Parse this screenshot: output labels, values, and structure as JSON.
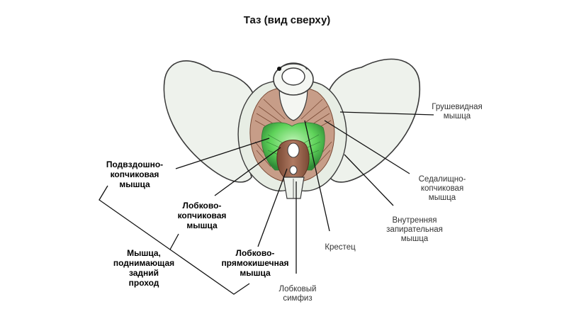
{
  "title": "Таз (вид сверху)",
  "labels": {
    "piriformis": "Грушевидная\nмышца",
    "coccygeus": "Седалищно-\nкопчиковая\nмышца",
    "obturator_internus": "Внутренняя\nзапирательная\nмышца",
    "sacrum": "Крестец",
    "pubic_symphysis": "Лобковый\nсимфиз",
    "iliococcygeus": "Подвздошно-\nкопчиковая\nмышца",
    "pubococcygeus": "Лобково-\nкопчиковая\nмышца",
    "puborectalis": "Лобково-\nпрямокишечная\nмышца",
    "levator_ani": "Мышца,\nподнимающая\nзадний\nпроход"
  },
  "colors": {
    "bone": "#eef2ec",
    "bone_outline": "#3a3a3a",
    "muscle_brown": "#8a5a44",
    "muscle_green": "#5fd35a",
    "muscle_light": "#d9b8a8"
  }
}
